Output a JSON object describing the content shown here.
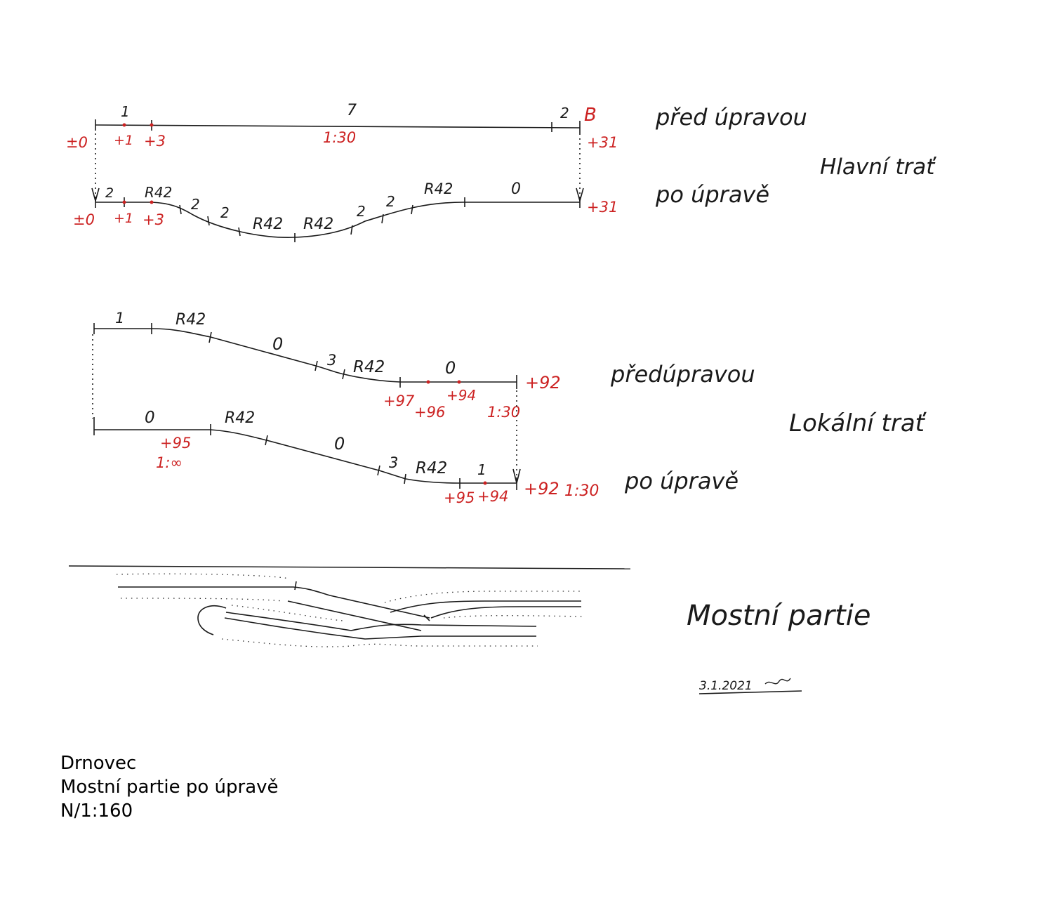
{
  "sections": {
    "hlavni": {
      "title": "Hlavní trať",
      "before": {
        "label": "před úpravou",
        "segments": [
          "1",
          "7",
          "2"
        ],
        "end_marker": "B",
        "heights": [
          "±0",
          "+1",
          "+3",
          "+31"
        ],
        "gradient": "1:30"
      },
      "after": {
        "label": "po úpravě",
        "segments": [
          "2",
          "R42",
          "2",
          "2",
          "R42",
          "R42",
          "2",
          "2",
          "R42",
          "0"
        ],
        "heights": [
          "±0",
          "+1",
          "+3",
          "+31"
        ]
      }
    },
    "lokalni": {
      "title": "Lokální trať",
      "before": {
        "label": "předúpravou",
        "segments": [
          "1",
          "R42",
          "0",
          "3",
          "R42",
          "0"
        ],
        "heights": [
          "+97",
          "+96",
          "+94",
          "+92"
        ],
        "gradient": "1:30"
      },
      "after": {
        "label": "po úpravě",
        "segments": [
          "0",
          "R42",
          "0",
          "3",
          "R42",
          "1"
        ],
        "heights": [
          "+95",
          "+95",
          "+94",
          "+92"
        ],
        "gradients": [
          "1:∞",
          "1:30"
        ]
      }
    },
    "mostni": {
      "title": "Mostní partie"
    }
  },
  "signature": "3.1.2021",
  "caption": {
    "line1": "Drnovec",
    "line2": "Mostní partie po úpravě",
    "line3": "N/1:160"
  },
  "colors": {
    "ink": "#1a1a1a",
    "red_ink": "#cc2222"
  }
}
